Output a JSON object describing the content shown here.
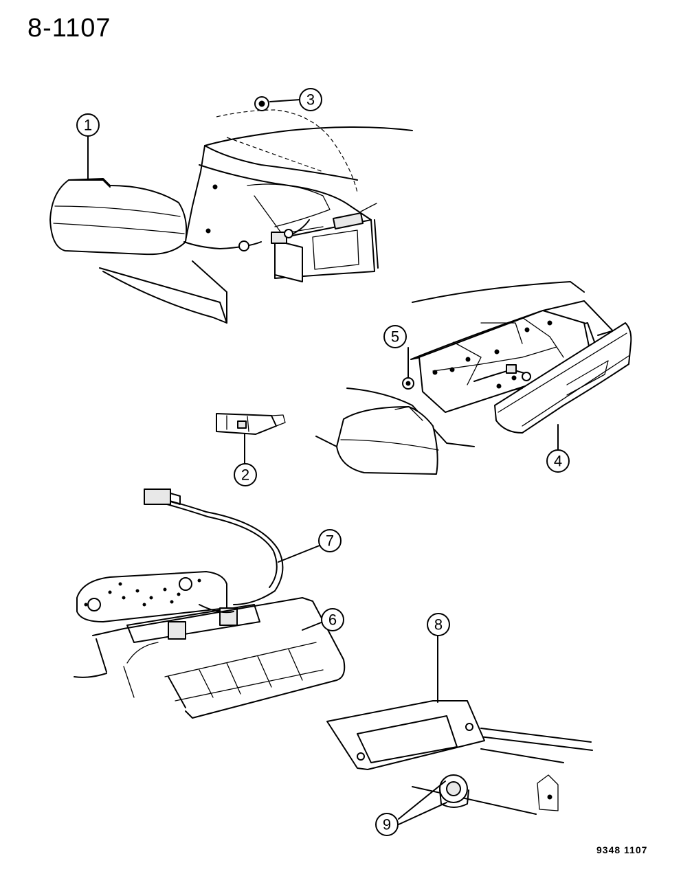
{
  "header": {
    "page_number": "8-1107"
  },
  "footer": {
    "reference_code": "9348 1107"
  },
  "callouts": [
    "1",
    "2",
    "3",
    "4",
    "5",
    "6",
    "7",
    "8",
    "9"
  ]
}
